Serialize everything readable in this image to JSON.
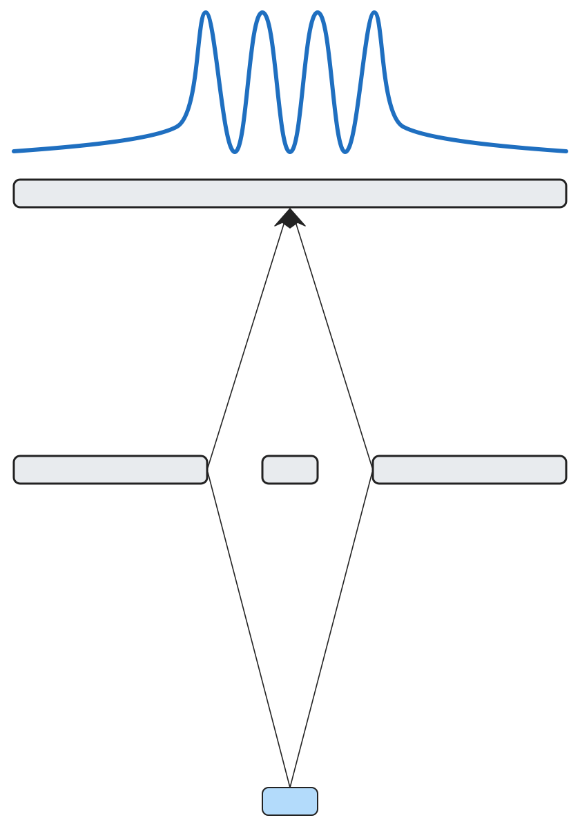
{
  "diagram": {
    "description_visible_text": "",
    "colors": {
      "intensity_curve": "#1f6fc0",
      "source_fill": "#b3dbfb",
      "bar_fill": "#e8ebee",
      "outline": "#222222"
    },
    "elements": [
      "intensity-pattern",
      "detection-screen",
      "barrier-left",
      "barrier-center",
      "barrier-right",
      "light-source",
      "ray-paths"
    ]
  }
}
